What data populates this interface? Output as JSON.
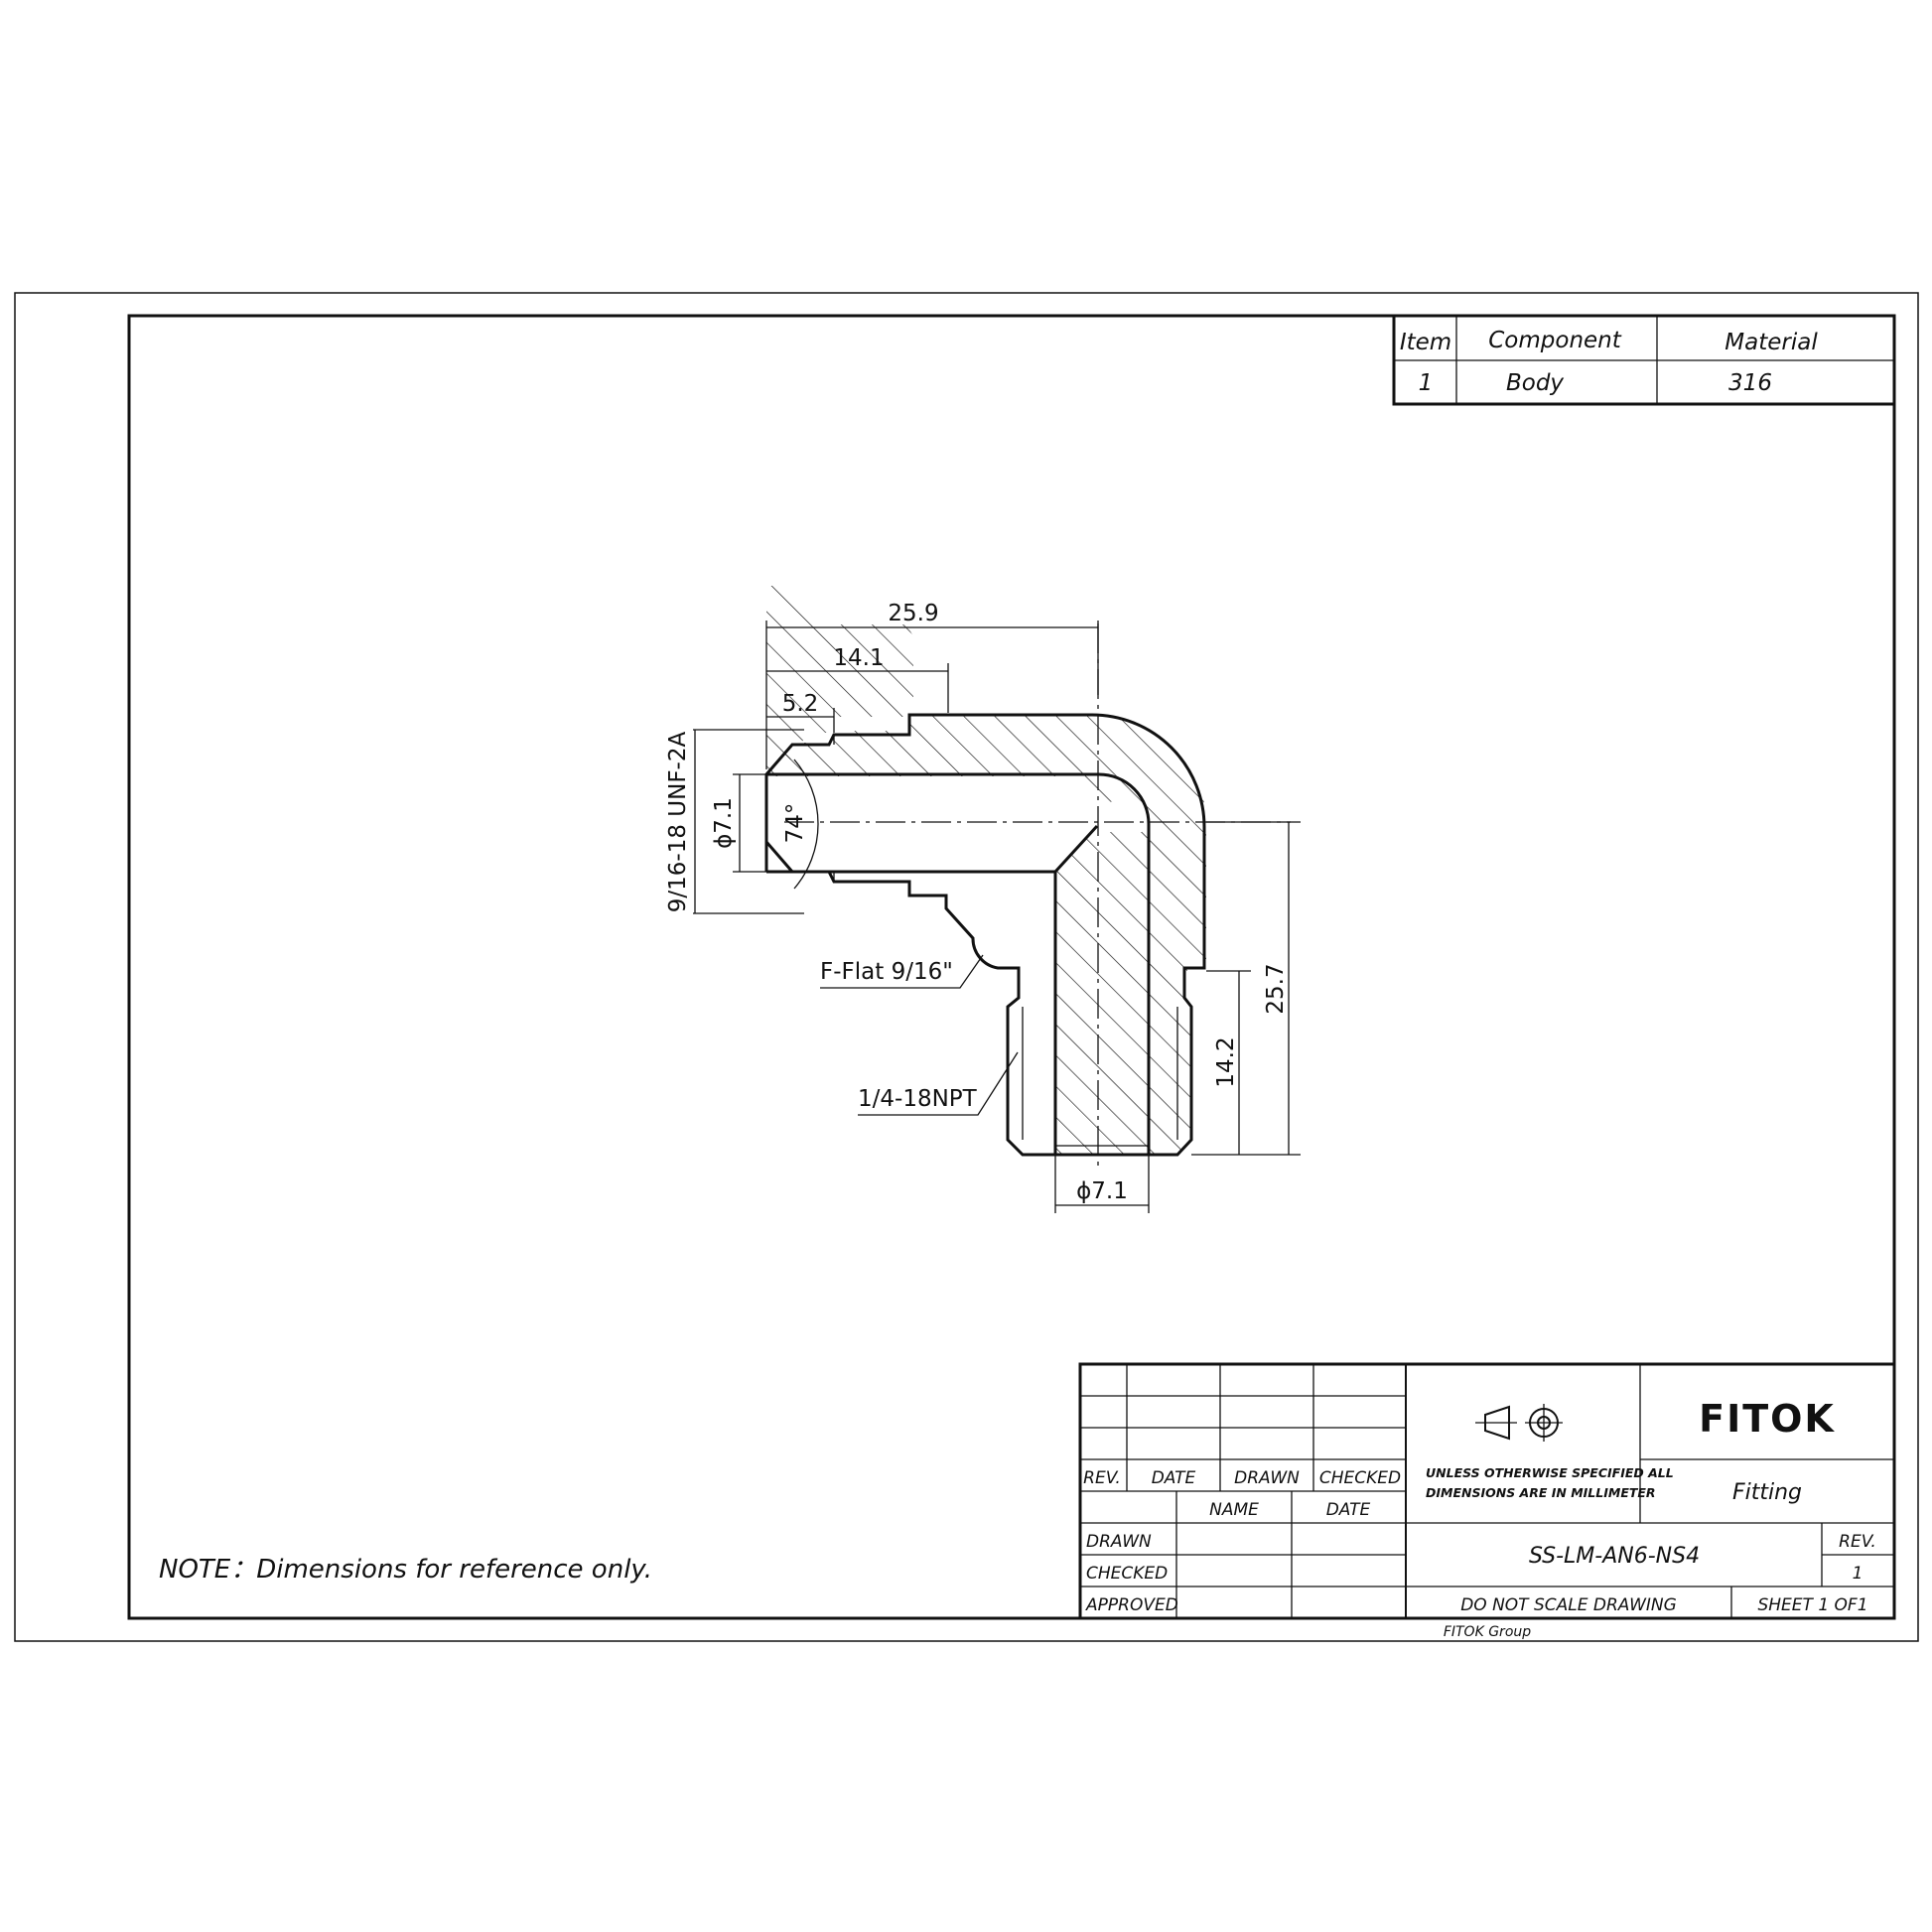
{
  "parts_list": {
    "headers": {
      "item": "Item",
      "component": "Component",
      "material": "Material"
    },
    "rows": [
      {
        "item": "1",
        "component": "Body",
        "material": "316"
      }
    ]
  },
  "dimensions": {
    "overall_width": "25.9",
    "flat_to_shoulder": "14.1",
    "thread_start": "5.2",
    "thread_spec": "9/16-18 UNF-2A",
    "bore_left": "ϕ7.1",
    "flare_angle": "74°",
    "flat_label": "F-Flat 9/16\"",
    "npt_label": "1/4-18NPT",
    "vertical_length": "25.7",
    "npt_length": "14.2",
    "bore_bottom": "ϕ7.1"
  },
  "note": "NOTE：Dimensions for reference only.",
  "title_block": {
    "rev_headers": {
      "rev": "REV.",
      "date": "DATE",
      "drawn": "DRAWN",
      "checked": "CHECKED"
    },
    "sign_headers": {
      "name": "NAME",
      "date": "DATE"
    },
    "sign_rows": {
      "drawn": "DRAWN",
      "checked": "CHECKED",
      "approved": "APPROVED"
    },
    "spec_line1": "UNLESS OTHERWISE SPECIFIED ALL",
    "spec_line2": "DIMENSIONS ARE IN MILLIMETER",
    "company": "FITOK",
    "title": "Fitting",
    "part_number": "SS-LM-AN6-NS4",
    "rev_label": "REV.",
    "rev_value": "1",
    "scale_note": "DO NOT SCALE DRAWING",
    "sheet": "SHEET 1 OF1",
    "group": "FITOK Group"
  }
}
